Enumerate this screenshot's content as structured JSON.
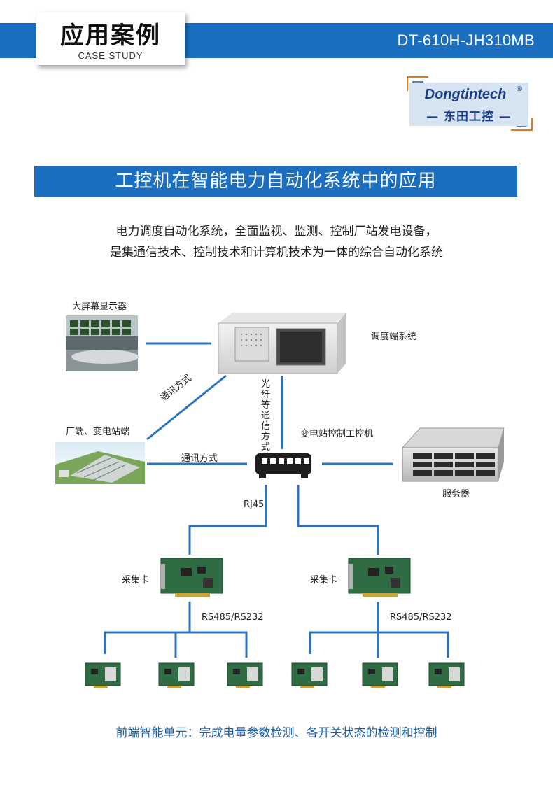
{
  "header": {
    "case_title": "应用案例",
    "case_subtitle": "CASE STUDY",
    "model": "DT-610H-JH310MB"
  },
  "logo": {
    "name_en": "Dongtintech",
    "name_cn": "— 东田工控 —",
    "registered": "®"
  },
  "title": "工控机在智能电力自动化系统中的应用",
  "intro": {
    "line1": "电力调度自动化系统，全面监视、监测、控制厂站发电设备，",
    "line2": "是集通信技术、控制技术和计算机技术为一体的综合自动化系统"
  },
  "diagram": {
    "big_screen": "大屏幕显示器",
    "dispatch": "调度端系统",
    "comm_diag": "通讯方式",
    "fiber": "光纤等通信方式",
    "plant": "厂端、变电站端",
    "substation_ipc": "变电站控制工控机",
    "comm": "通讯方式",
    "server": "服务器",
    "rj45": "RJ45",
    "card_left": "采集卡",
    "card_right": "采集卡",
    "rs_left": "RS485/RS232",
    "rs_right": "RS485/RS232"
  },
  "colors": {
    "brand_blue": "#1c6fc0",
    "line_blue": "#2a73c0",
    "bottom_text": "#1c5fa8"
  },
  "bottom_text": "前端智能单元：完成电量参数检测、各开关状态的检测和控制"
}
